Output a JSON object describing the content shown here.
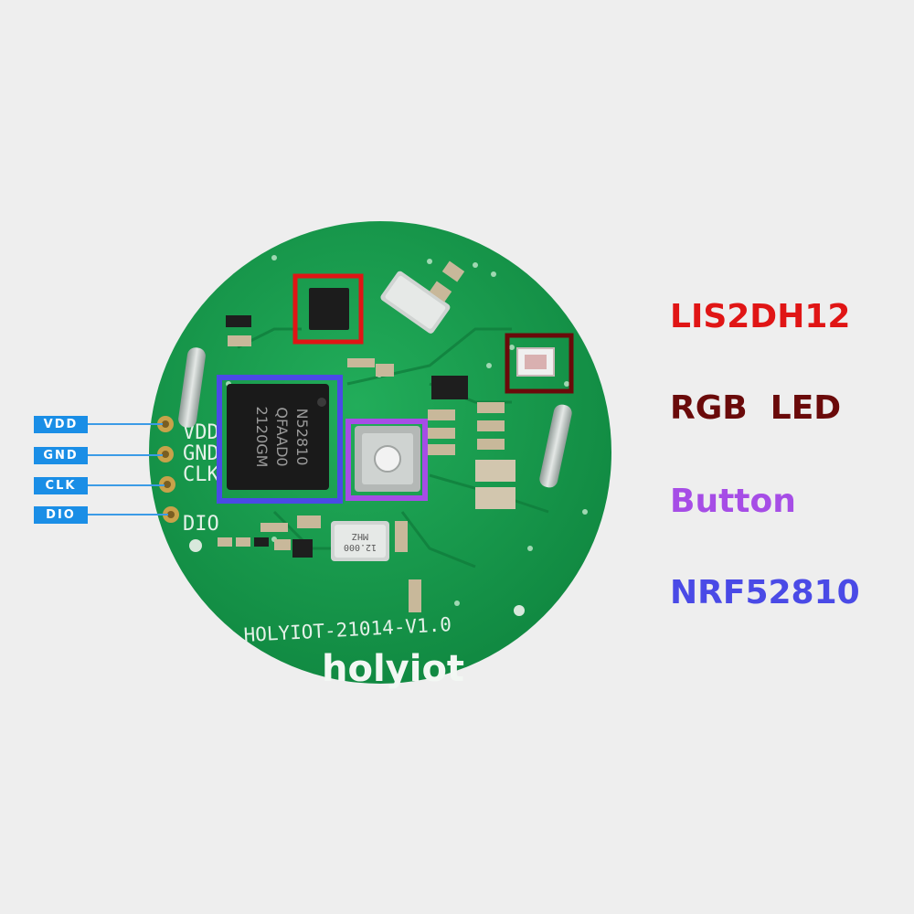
{
  "board": {
    "model_text": "HOLYIOT-21014-V1.0",
    "brand_text": "holyiot",
    "chip_marking": [
      "N52810",
      "QFAAD0",
      "2120GM"
    ],
    "crystal_marking": [
      "12.000",
      "MHZ"
    ],
    "silk_pin_names": [
      "VDD",
      "GND",
      "CLK",
      "DIO"
    ],
    "pcb_color": "#169a4c"
  },
  "pins": [
    {
      "label": "VDD"
    },
    {
      "label": "GND"
    },
    {
      "label": "CLK"
    },
    {
      "label": "DIO"
    }
  ],
  "callouts": [
    {
      "label": "LIS2DH12",
      "color": "#e01515"
    },
    {
      "label": "RGB  LED",
      "color": "#6a0a0a"
    },
    {
      "label": "Button",
      "color": "#a64de6"
    },
    {
      "label": "NRF52810",
      "color": "#4a4ae6"
    }
  ]
}
